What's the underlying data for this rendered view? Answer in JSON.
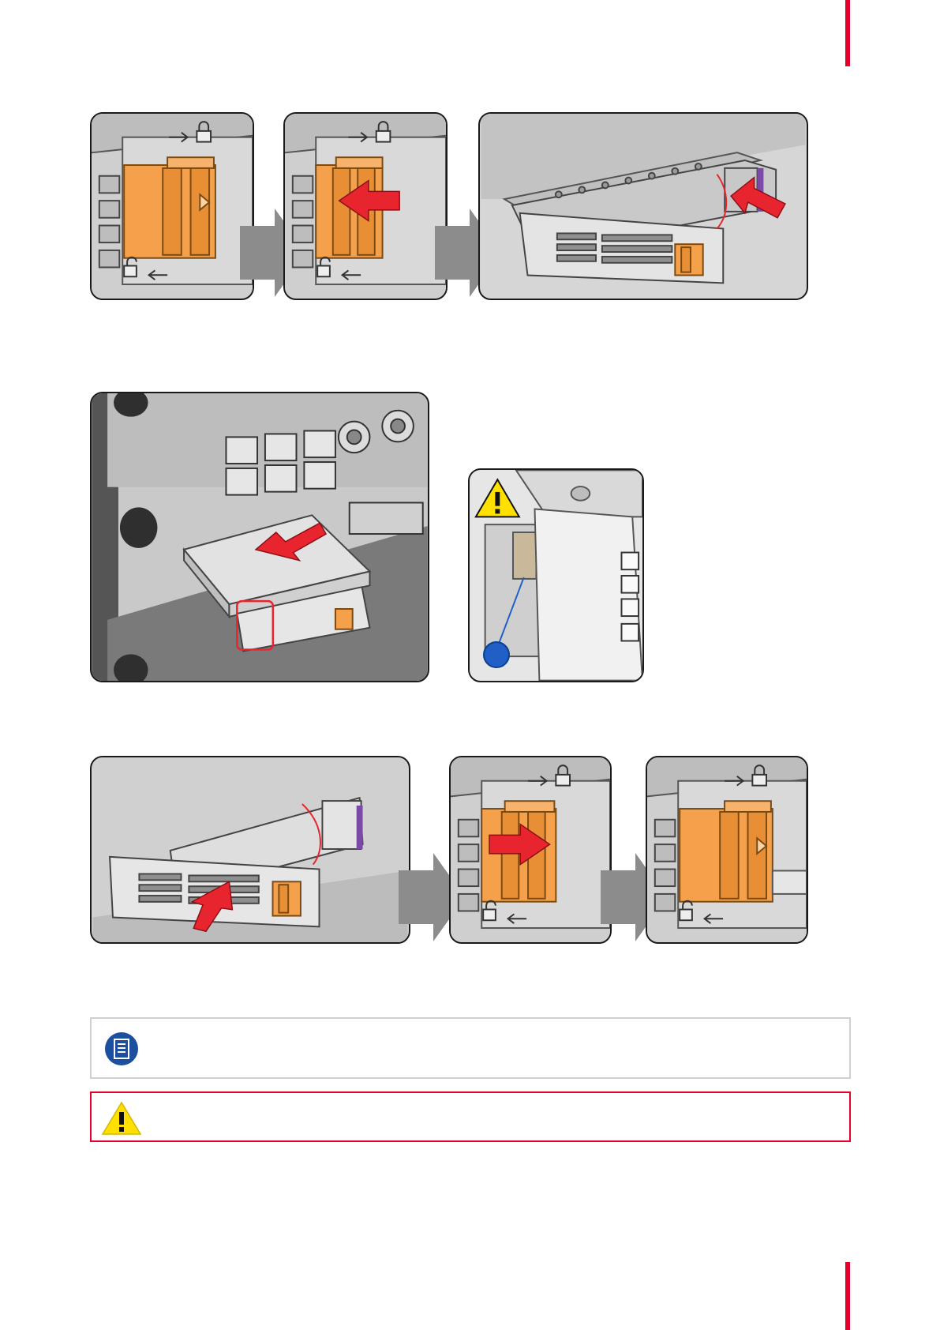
{
  "page": {
    "accent_color": "#e4002b",
    "latch_color": "#f5a04a",
    "arrow_color": "#e8252f",
    "step_arrow_color": "#8c8c8c",
    "callout_color": "#1f5fc6"
  },
  "rows": [
    {
      "name": "unlock-and-open-handle",
      "panels": [
        "latch-closed",
        "latch-slide-left",
        "handle-opened"
      ]
    },
    {
      "name": "insert-drive",
      "panels": [
        "insert-drive-into-bay",
        "guide-detail-with-warning"
      ]
    },
    {
      "name": "close-and-lock-handle",
      "panels": [
        "push-handle-closed",
        "latch-slide-right",
        "latch-locked"
      ]
    }
  ],
  "note": {
    "icon": "note-icon",
    "text": ""
  },
  "warning": {
    "icon": "warning-icon",
    "text": ""
  }
}
